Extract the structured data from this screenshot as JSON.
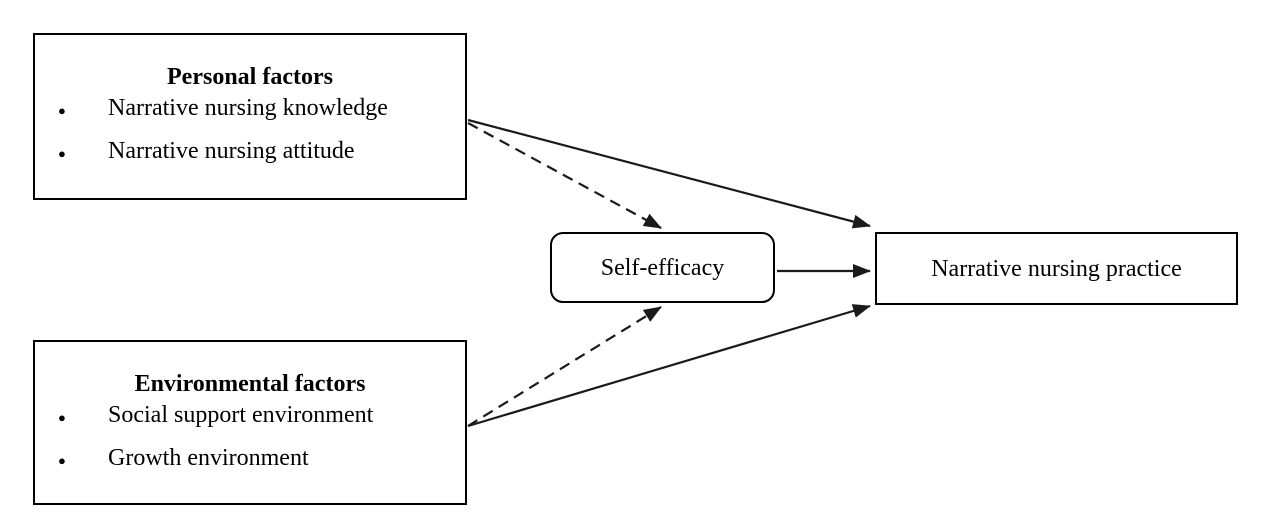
{
  "diagram": {
    "personal_box": {
      "title": "Personal factors",
      "bullet_glyph": "●",
      "items": [
        {
          "label": "Narrative nursing knowledge"
        },
        {
          "label": "Narrative nursing attitude"
        }
      ]
    },
    "environmental_box": {
      "title": "Environmental factors",
      "bullet_glyph": "●",
      "items": [
        {
          "label": "Social support environment"
        },
        {
          "label": "Growth environment"
        }
      ]
    },
    "mediator_box": {
      "label": "Self-efficacy"
    },
    "outcome_box": {
      "label": "Narrative nursing practice"
    },
    "edges": [
      {
        "from": "Personal factors",
        "to": "Self-efficacy",
        "style": "dashed"
      },
      {
        "from": "Personal factors",
        "to": "Narrative nursing practice",
        "style": "solid"
      },
      {
        "from": "Environmental factors",
        "to": "Self-efficacy",
        "style": "dashed"
      },
      {
        "from": "Environmental factors",
        "to": "Narrative nursing practice",
        "style": "solid"
      },
      {
        "from": "Self-efficacy",
        "to": "Narrative nursing practice",
        "style": "solid"
      }
    ],
    "colors": {
      "background": "#ffffff",
      "border": "#000000",
      "text": "#000000",
      "line": "#1a1a1a"
    }
  }
}
